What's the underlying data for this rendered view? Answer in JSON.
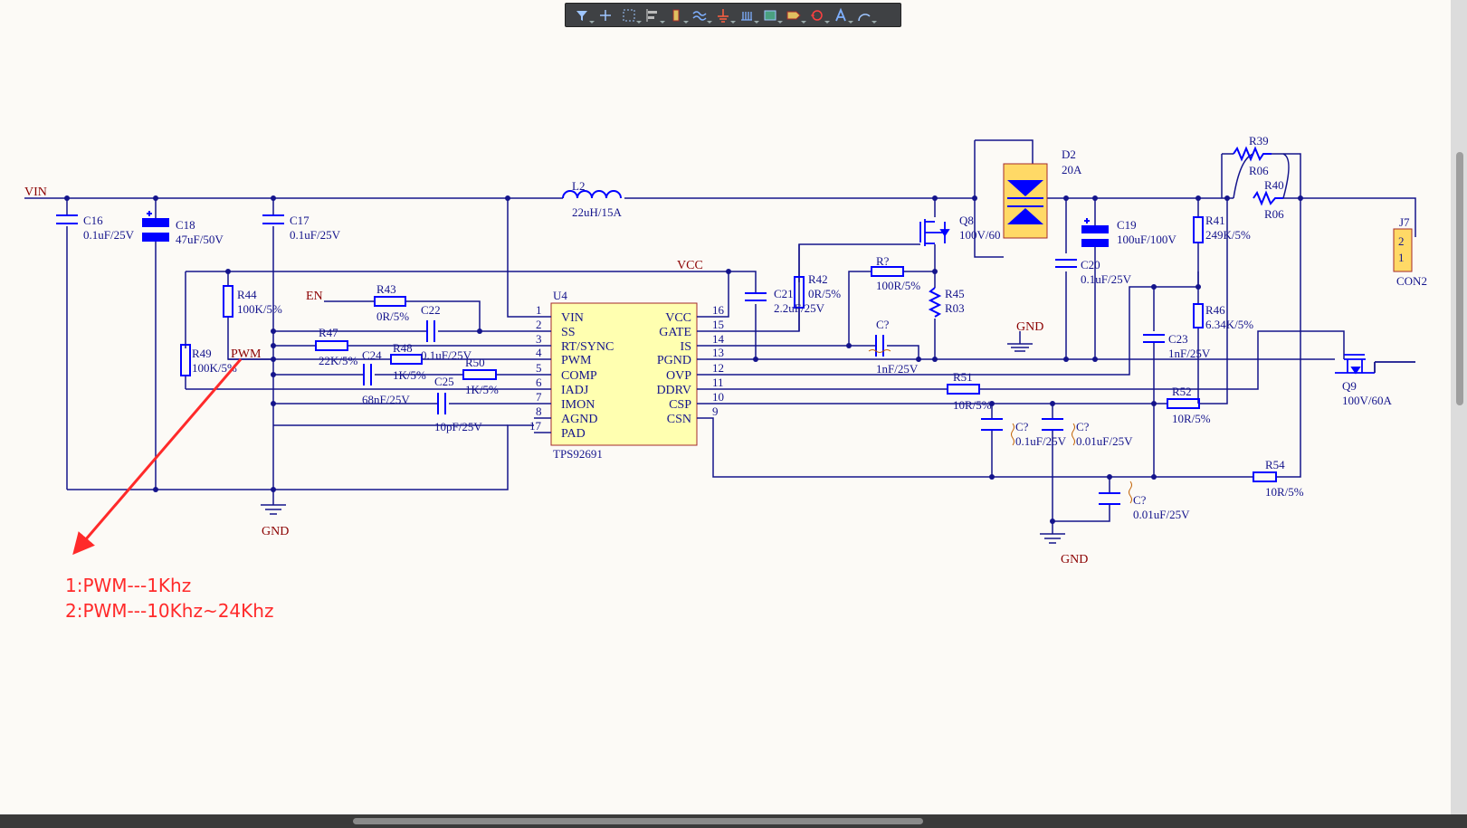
{
  "toolbar": {
    "tools": [
      {
        "icon": "filter-icon"
      },
      {
        "icon": "crosshair-icon"
      },
      {
        "icon": "select-rect-icon"
      },
      {
        "icon": "align-icon"
      },
      {
        "icon": "component-icon"
      },
      {
        "icon": "wire-icon"
      },
      {
        "icon": "ground-icon"
      },
      {
        "icon": "bus-icon"
      },
      {
        "icon": "sheet-symbol-icon"
      },
      {
        "icon": "port-icon"
      },
      {
        "icon": "no-erc-icon"
      },
      {
        "icon": "text-icon"
      },
      {
        "icon": "arc-icon"
      }
    ]
  },
  "colors": {
    "wire": "#14148c",
    "component": "#0000ff",
    "ic_fill": "#ffffb0",
    "ic_border": "#a52a2a",
    "net_label": "#8b0000",
    "annotation": "#ff2a2a",
    "background": "#fcfaf6"
  },
  "schematic": {
    "nets": {
      "vin": "VIN",
      "vcc": "VCC",
      "en": "EN",
      "pwm": "PWM",
      "gnd": "GND"
    },
    "ic": {
      "designator": "U4",
      "part": "TPS92691",
      "pins": [
        {
          "num": "1",
          "name": "VIN"
        },
        {
          "num": "2",
          "name": "SS"
        },
        {
          "num": "3",
          "name": "RT/SYNC"
        },
        {
          "num": "4",
          "name": "PWM"
        },
        {
          "num": "5",
          "name": "COMP"
        },
        {
          "num": "6",
          "name": "IADJ"
        },
        {
          "num": "7",
          "name": "IMON"
        },
        {
          "num": "8",
          "name": "AGND"
        },
        {
          "num": "17",
          "name": "PAD"
        },
        {
          "num": "16",
          "name": "VCC"
        },
        {
          "num": "15",
          "name": "GATE"
        },
        {
          "num": "14",
          "name": "IS"
        },
        {
          "num": "13",
          "name": "PGND"
        },
        {
          "num": "12",
          "name": "OVP"
        },
        {
          "num": "11",
          "name": "DDRV"
        },
        {
          "num": "10",
          "name": "CSP"
        },
        {
          "num": "9",
          "name": "CSN"
        }
      ]
    },
    "components": {
      "C16": {
        "ref": "C16",
        "value": "0.1uF/25V"
      },
      "C18": {
        "ref": "C18",
        "value": "47uF/50V"
      },
      "C17": {
        "ref": "C17",
        "value": "0.1uF/25V"
      },
      "L2": {
        "ref": "L2",
        "value": "22uH/15A"
      },
      "D2": {
        "ref": "D2",
        "value": "20A"
      },
      "Q8": {
        "ref": "Q8",
        "value": "100V/60"
      },
      "R39": {
        "ref": "R39",
        "value": "R06"
      },
      "R40": {
        "ref": "R40",
        "value": "R06"
      },
      "J7": {
        "ref": "J7",
        "value": "CON2",
        "pin2": "2",
        "pin1": "1"
      },
      "R44": {
        "ref": "R44",
        "value": "100K/5%"
      },
      "R49": {
        "ref": "R49",
        "value": "100K/5%"
      },
      "R43": {
        "ref": "R43",
        "value": "0R/5%"
      },
      "C22": {
        "ref": "C22",
        "value": "0.1uF/25V"
      },
      "R47": {
        "ref": "R47",
        "value": "22K/5%"
      },
      "C24": {
        "ref": "C24",
        "value": "68nF/25V"
      },
      "R48": {
        "ref": "R48",
        "value": "1K/5%"
      },
      "R50": {
        "ref": "R50",
        "value": "1K/5%"
      },
      "C25": {
        "ref": "C25",
        "value": "10pF/25V"
      },
      "C21": {
        "ref": "C21",
        "value": "2.2uF/25V"
      },
      "R42": {
        "ref": "R42",
        "value": "0R/5%"
      },
      "Rq": {
        "ref": "R?",
        "value": "100R/5%"
      },
      "R45": {
        "ref": "R45",
        "value": "R03"
      },
      "Cq1": {
        "ref": "C?",
        "value": "1nF/25V"
      },
      "C19": {
        "ref": "C19",
        "value": "100uF/100V"
      },
      "C20": {
        "ref": "C20",
        "value": "0.1uF/25V"
      },
      "R41": {
        "ref": "R41",
        "value": "249K/5%"
      },
      "R46": {
        "ref": "R46",
        "value": "6.34K/5%"
      },
      "C23": {
        "ref": "C23",
        "value": "1nF/25V"
      },
      "Q9": {
        "ref": "Q9",
        "value": "100V/60A"
      },
      "R51": {
        "ref": "R51",
        "value": "10R/5%"
      },
      "R52": {
        "ref": "R52",
        "value": "10R/5%"
      },
      "Cq2": {
        "ref": "C?",
        "value": "0.1uF/25V"
      },
      "Cq3": {
        "ref": "C?",
        "value": "0.01uF/25V"
      },
      "Cq4": {
        "ref": "C?",
        "value": "0.01uF/25V"
      },
      "R54": {
        "ref": "R54",
        "value": "10R/5%"
      }
    }
  },
  "annotations": {
    "line1": "1:PWM---1Khz",
    "line2": "2:PWM---10Khz~24Khz"
  }
}
